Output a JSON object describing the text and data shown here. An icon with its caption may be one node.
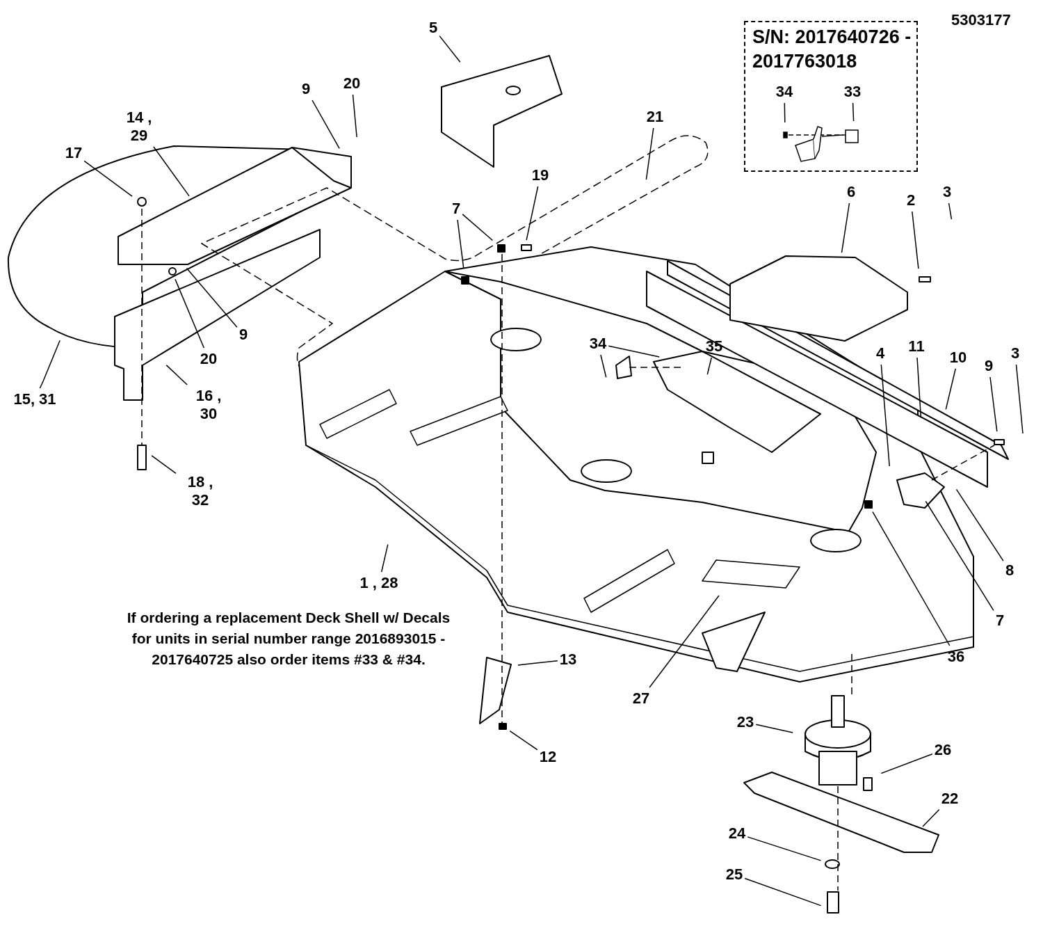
{
  "diagram": {
    "nodes": [
      {
        "text": [
          "5"
        ]
      },
      {
        "text": [
          "S/N: 2017640726 - 2017763018"
        ]
      },
      {
        "text": [
          "34"
        ],
        "in": 1
      },
      {
        "text": [
          "33"
        ],
        "in": 1
      },
      {
        "text": [
          "9"
        ]
      },
      {
        "text": [
          "20"
        ]
      },
      {
        "text": [
          "14 , 29"
        ]
      },
      {
        "text": [
          "17"
        ]
      },
      {
        "text": [
          "21"
        ]
      },
      {
        "text": [
          "7"
        ]
      },
      {
        "text": [
          "19"
        ]
      },
      {
        "text": [
          "6"
        ]
      },
      {
        "text": [
          "2"
        ]
      },
      {
        "text": [
          "3"
        ]
      },
      {
        "text": [
          "9"
        ]
      },
      {
        "text": [
          "20"
        ]
      },
      {
        "text": [
          "15, 31"
        ]
      },
      {
        "text": [
          "16 , 30"
        ]
      },
      {
        "text": [
          "18 , 32"
        ]
      },
      {
        "text": [
          "34"
        ]
      },
      {
        "text": [
          "35"
        ]
      },
      {
        "text": [
          "4"
        ]
      },
      {
        "text": [
          "11"
        ]
      },
      {
        "text": [
          "10"
        ]
      },
      {
        "text": [
          "9"
        ]
      },
      {
        "text": [
          "3"
        ]
      },
      {
        "text": [
          "8"
        ]
      },
      {
        "text": [
          "7"
        ]
      },
      {
        "text": [
          "36"
        ]
      },
      {
        "text": [
          "1 , 28"
        ]
      },
      {
        "text": [
          "27"
        ]
      },
      {
        "text": [
          "13"
        ]
      },
      {
        "text": [
          "12"
        ]
      },
      {
        "text": [
          "23"
        ]
      },
      {
        "text": [
          "26"
        ]
      },
      {
        "text": [
          "22"
        ]
      },
      {
        "text": [
          "24"
        ]
      },
      {
        "text": [
          "25"
        ]
      }
    ],
    "edges": [
      {
        "from": 0,
        "to": null,
        "arrow": "none"
      },
      {
        "from": 2,
        "to": null,
        "arrow": "none"
      },
      {
        "from": 3,
        "to": null,
        "arrow": "none"
      },
      {
        "from": 4,
        "to": null,
        "arrow": "none"
      },
      {
        "from": 5,
        "to": null,
        "arrow": "none"
      },
      {
        "from": 6,
        "to": null,
        "arrow": "none"
      },
      {
        "from": 7,
        "to": null,
        "arrow": "none"
      },
      {
        "from": 8,
        "to": null,
        "arrow": "none"
      },
      {
        "from": 9,
        "to": null,
        "arrow": "none"
      },
      {
        "from": 9,
        "to": null,
        "arrow": "none"
      },
      {
        "from": 10,
        "to": null,
        "arrow": "none"
      },
      {
        "from": 11,
        "to": null,
        "arrow": "none"
      },
      {
        "from": 12,
        "to": null,
        "arrow": "none"
      },
      {
        "from": 13,
        "to": null,
        "arrow": "none"
      },
      {
        "from": 14,
        "to": null,
        "arrow": "none"
      },
      {
        "from": 15,
        "to": null,
        "arrow": "none"
      },
      {
        "from": 16,
        "to": null,
        "arrow": "none"
      },
      {
        "from": 17,
        "to": null,
        "arrow": "none"
      },
      {
        "from": 18,
        "to": null,
        "arrow": "none"
      },
      {
        "from": 19,
        "to": null,
        "arrow": "none"
      },
      {
        "from": 19,
        "to": null,
        "arrow": "none"
      },
      {
        "from": 20,
        "to": null,
        "arrow": "none"
      },
      {
        "from": 21,
        "to": null,
        "arrow": "none"
      },
      {
        "from": 22,
        "to": null,
        "arrow": "none"
      },
      {
        "from": 23,
        "to": null,
        "arrow": "none"
      },
      {
        "from": 24,
        "to": null,
        "arrow": "none"
      },
      {
        "from": 25,
        "to": null,
        "arrow": "none"
      },
      {
        "from": 26,
        "to": null,
        "arrow": "none"
      },
      {
        "from": 27,
        "to": null,
        "arrow": "none"
      },
      {
        "from": 28,
        "to": null,
        "arrow": "none"
      },
      {
        "from": 29,
        "to": null,
        "arrow": "none"
      },
      {
        "from": 30,
        "to": null,
        "arrow": "none"
      },
      {
        "from": 31,
        "to": null,
        "arrow": "none"
      },
      {
        "from": 32,
        "to": null,
        "arrow": "none"
      },
      {
        "from": 33,
        "to": null,
        "arrow": "none"
      },
      {
        "from": 34,
        "to": null,
        "arrow": "none"
      },
      {
        "from": 35,
        "to": null,
        "arrow": "none"
      },
      {
        "from": 36,
        "to": null,
        "arrow": "none"
      },
      {
        "from": 37,
        "to": null,
        "arrow": "none"
      }
    ],
    "labels": [
      "5303177",
      "If ordering a replacement Deck Shell w/ Decals for units in serial number range 2016893015 - 2017640725 also order items #33 & #34."
    ]
  }
}
